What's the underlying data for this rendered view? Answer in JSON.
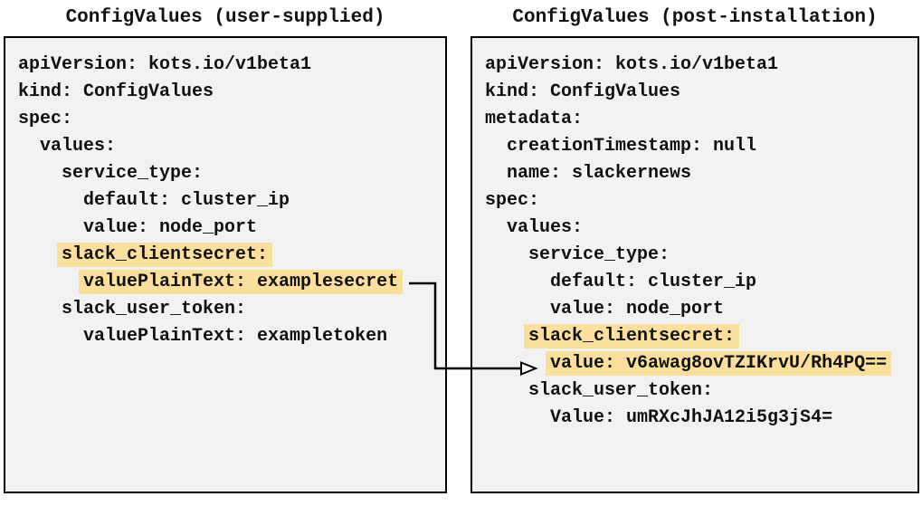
{
  "left_panel": {
    "title": "ConfigValues (user-supplied)",
    "lines": [
      {
        "indent": 0,
        "text": "apiVersion: kots.io/v1beta1",
        "hl": false
      },
      {
        "indent": 0,
        "text": "kind: ConfigValues",
        "hl": false
      },
      {
        "indent": 0,
        "text": "spec:",
        "hl": false
      },
      {
        "indent": 2,
        "text": "values:",
        "hl": false
      },
      {
        "indent": 4,
        "text": "service_type:",
        "hl": false
      },
      {
        "indent": 6,
        "text": "default: cluster_ip",
        "hl": false
      },
      {
        "indent": 6,
        "text": "value: node_port",
        "hl": false
      },
      {
        "indent": 4,
        "text": "slack_clientsecret:",
        "hl": true
      },
      {
        "indent": 6,
        "text": "valuePlainText: examplesecret",
        "hl": true
      },
      {
        "indent": 4,
        "text": "slack_user_token:",
        "hl": false
      },
      {
        "indent": 6,
        "text": "valuePlainText: exampletoken",
        "hl": false
      }
    ]
  },
  "right_panel": {
    "title": "ConfigValues (post-installation)",
    "lines": [
      {
        "indent": 0,
        "text": "apiVersion: kots.io/v1beta1",
        "hl": false
      },
      {
        "indent": 0,
        "text": "kind: ConfigValues",
        "hl": false
      },
      {
        "indent": 0,
        "text": "metadata:",
        "hl": false
      },
      {
        "indent": 2,
        "text": "creationTimestamp: null",
        "hl": false
      },
      {
        "indent": 2,
        "text": "name: slackernews",
        "hl": false
      },
      {
        "indent": 0,
        "text": "spec:",
        "hl": false
      },
      {
        "indent": 2,
        "text": "values:",
        "hl": false
      },
      {
        "indent": 4,
        "text": "service_type:",
        "hl": false
      },
      {
        "indent": 6,
        "text": "default: cluster_ip",
        "hl": false
      },
      {
        "indent": 6,
        "text": "value: node_port",
        "hl": false
      },
      {
        "indent": 4,
        "text": "slack_clientsecret:",
        "hl": true
      },
      {
        "indent": 6,
        "text": "value: v6awag8ovTZIKrvU/Rh4PQ==",
        "hl": true
      },
      {
        "indent": 4,
        "text": "slack_user_token:",
        "hl": false
      },
      {
        "indent": 6,
        "text": "Value: umRXcJhJA12i5g3jS4=",
        "hl": false
      }
    ]
  },
  "arrow": {
    "from": "left_panel valuePlainText: examplesecret",
    "to": "right_panel value: v6awag8ovTZIKrvU/Rh4PQ=="
  },
  "colors": {
    "highlight": "#FBDF9D",
    "panel_bg": "#F2F2F2",
    "border": "#000000",
    "text": "#111111"
  }
}
